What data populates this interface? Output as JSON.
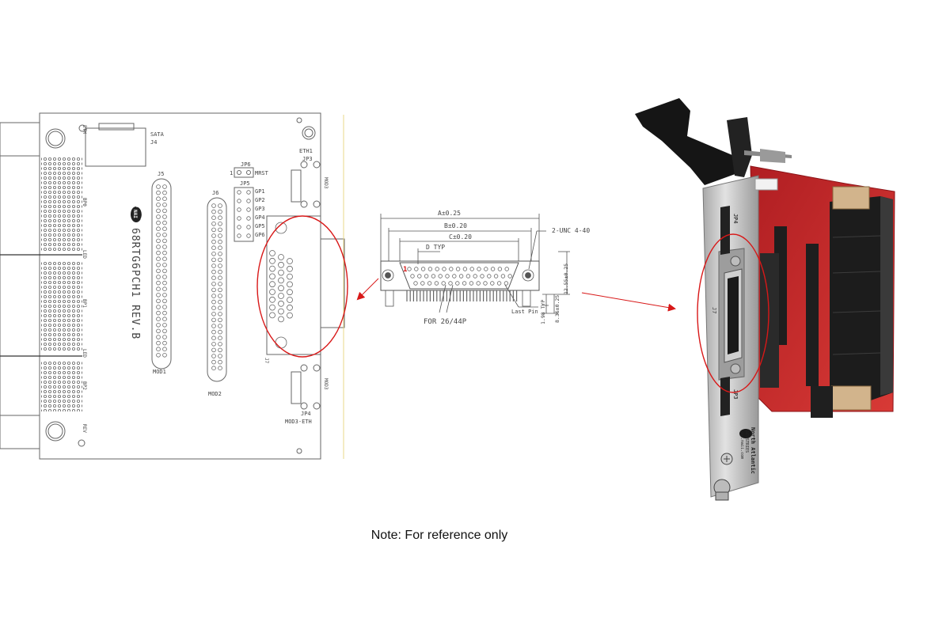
{
  "board": {
    "connectors": {
      "sata": "SATA",
      "j4": "J4",
      "eth1": "ETH1",
      "jp3": "JP3",
      "jp6": "JP6",
      "jp6_pin": "1",
      "mrst": "MRST",
      "jp5": "JP5",
      "gp": [
        "GP1",
        "GP2",
        "GP3",
        "GP4",
        "GP5",
        "GP6"
      ],
      "j5": "J5",
      "j6": "J6",
      "mod1": "MOD1",
      "mod2": "MOD2",
      "jp4": "JP4",
      "mod3_eth": "MOD3-ETH",
      "j7": "J7",
      "mod3_top": "MOD3",
      "mod3_bottom": "MOD3",
      "left_marks": [
        "ETH",
        "BP0",
        "LED",
        "BP1",
        "LED",
        "BP2",
        "REV"
      ]
    },
    "part_label": "68RTG6PCH1 REV.B",
    "logo": "NAI"
  },
  "drawing": {
    "dim_a": "A±0.25",
    "dim_b": "B±0.20",
    "dim_c": "C±0.20",
    "dim_d": "D TYP",
    "screw": "2-UNC 4-40",
    "pin1": "1",
    "last_pin": "Last Pin",
    "for_pins": "FOR 26/44P",
    "dim_h1": "12.55±0.25",
    "dim_h2": "8.36±0.25",
    "dim_h3": "1.98 TYP"
  },
  "photo": {
    "labels": [
      "JP4",
      "J7",
      "JP3"
    ],
    "brand_lines": [
      "North Atlantic",
      "INDUSTRIES",
      "www.naii.com"
    ]
  },
  "note": "Note: For reference only",
  "colors": {
    "highlight": "#d81818",
    "pcb": "#c8242a",
    "line": "#555555"
  }
}
